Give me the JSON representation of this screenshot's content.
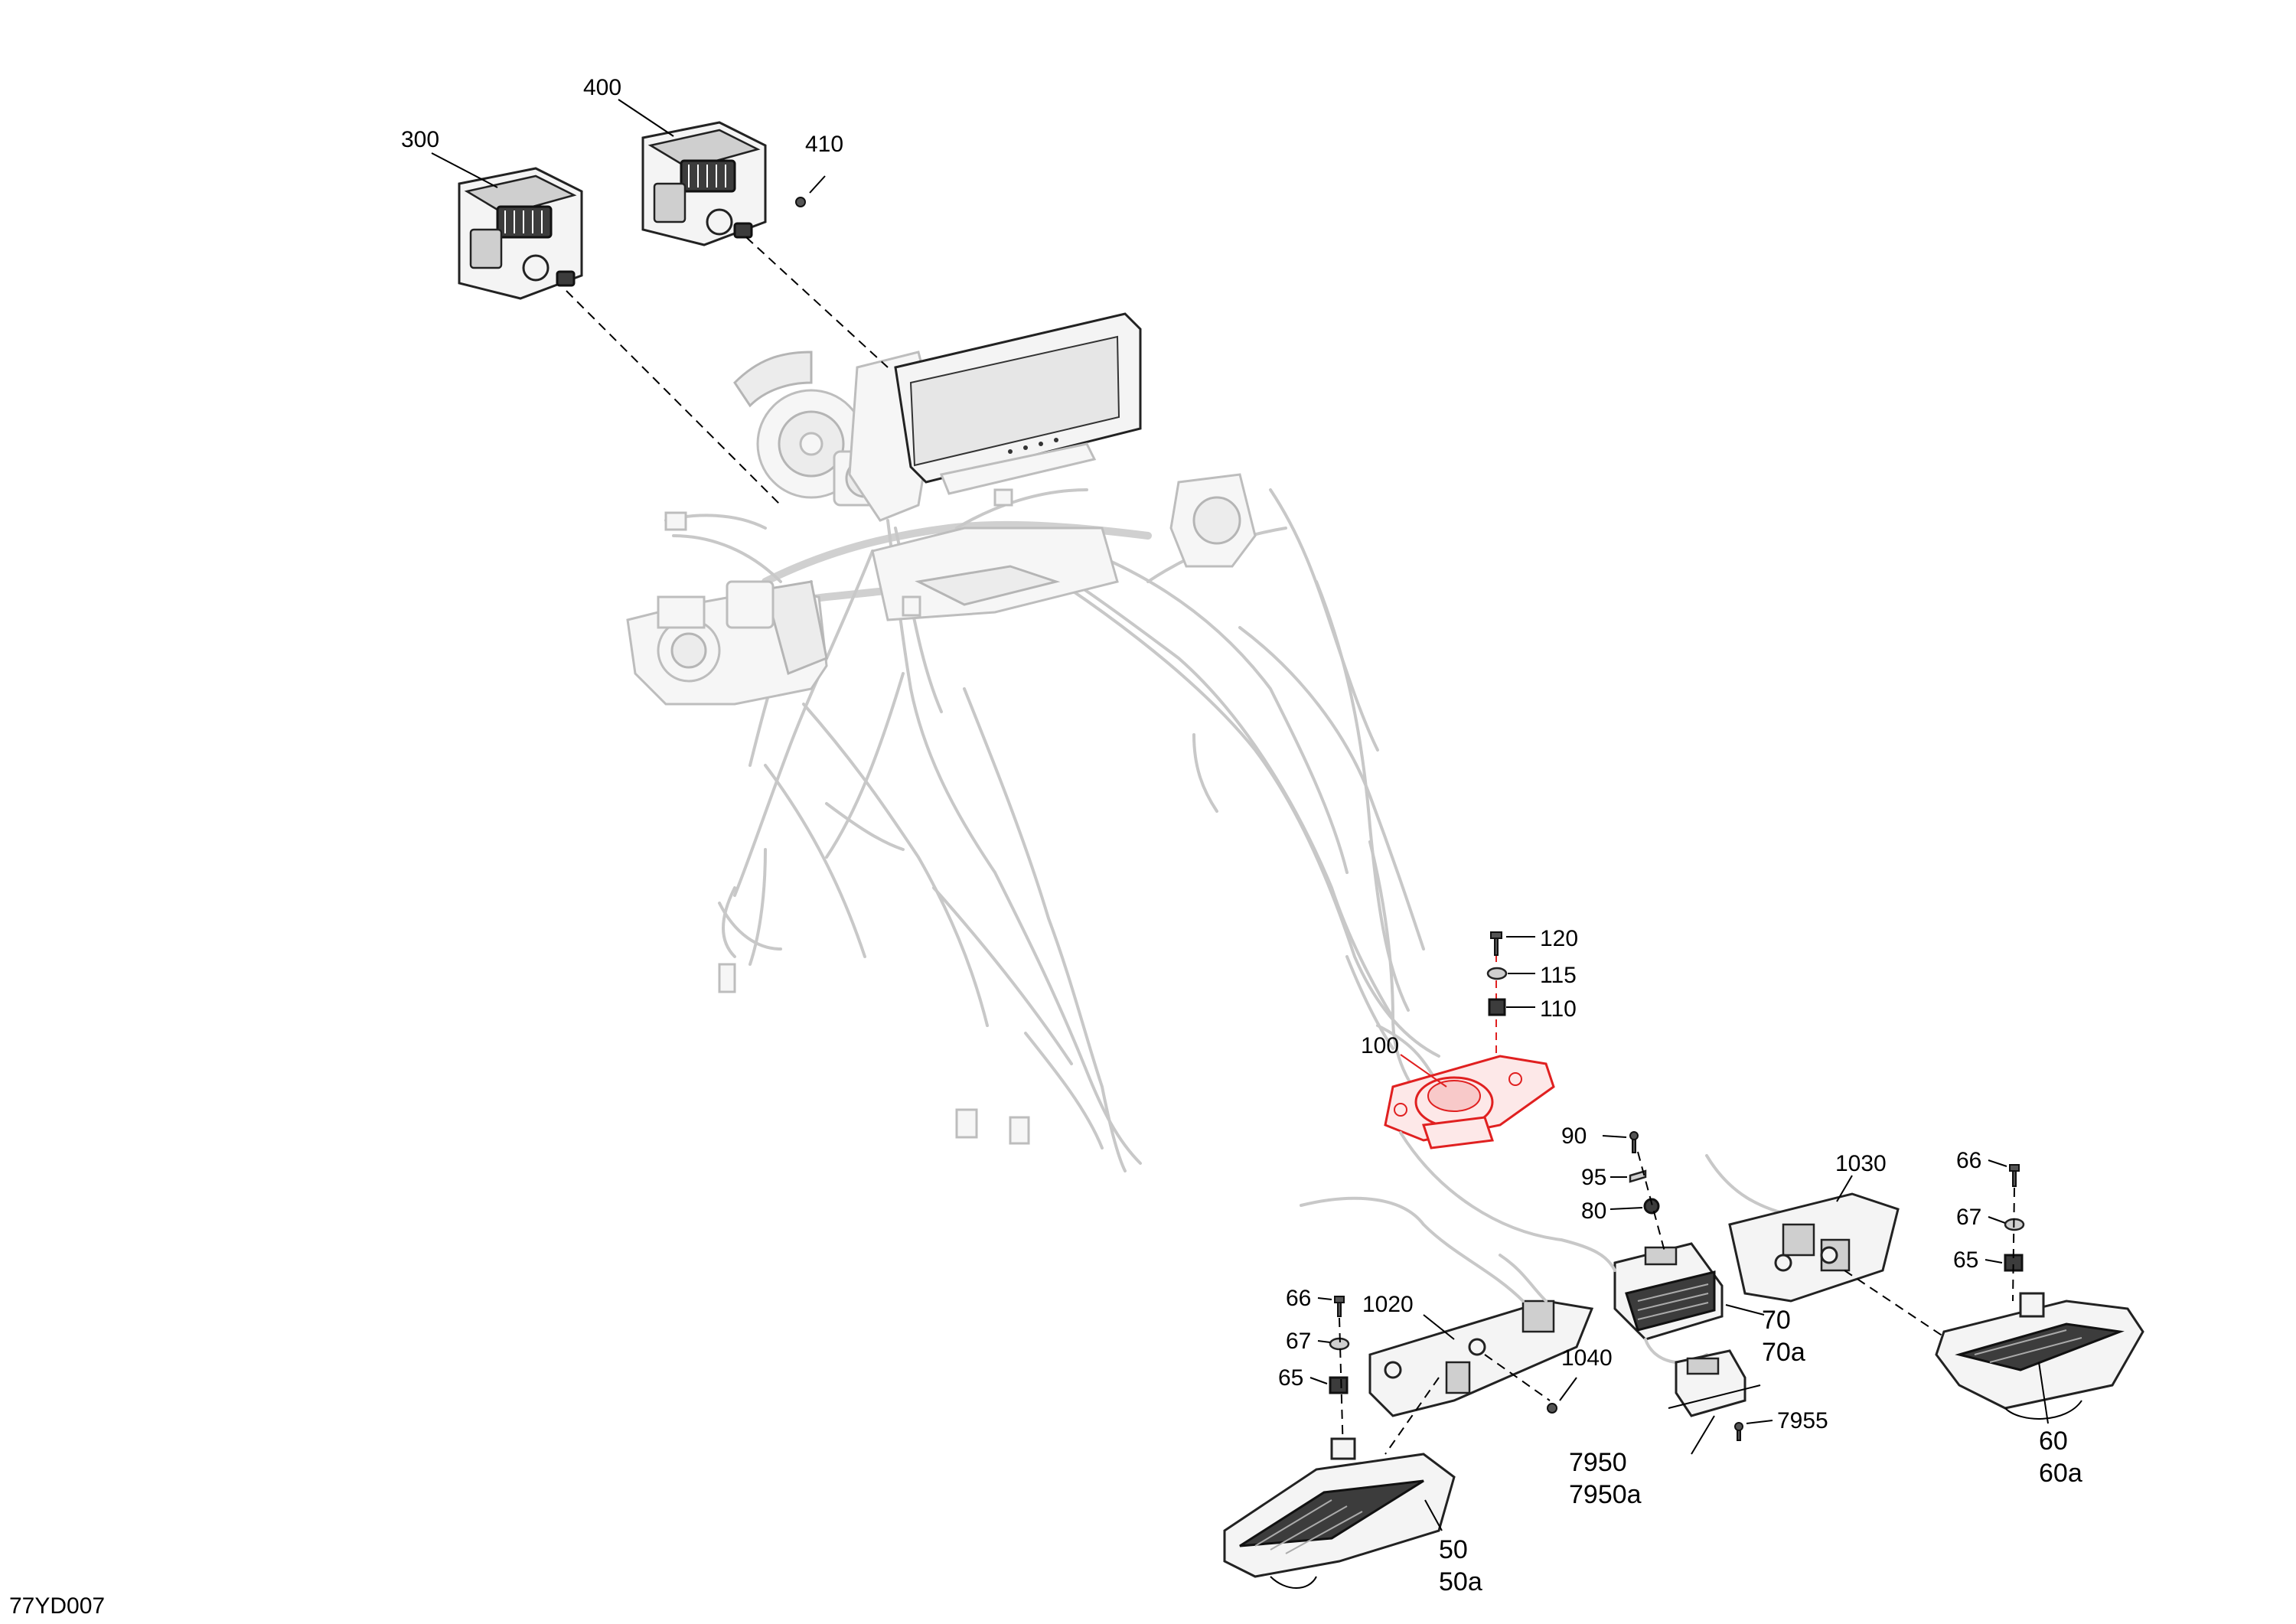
{
  "figure_code": "77YD007",
  "callouts": {
    "c300": "300",
    "c400": "400",
    "c410": "410",
    "c120": "120",
    "c115": "115",
    "c110": "110",
    "c100": "100",
    "c90": "90",
    "c95": "95",
    "c80": "80",
    "c1030": "1030",
    "c66_right": "66",
    "c67_right": "67",
    "c65_right": "65",
    "c1020": "1020",
    "c66_left": "66",
    "c67_left": "67",
    "c65_left": "65",
    "c70": "70",
    "c70a": "70a",
    "c1040": "1040",
    "c7955": "7955",
    "c7950": "7950",
    "c7950a": "7950a",
    "c60": "60",
    "c60a": "60a",
    "c50": "50",
    "c50a": "50a"
  },
  "colors": {
    "highlight": "#e02020",
    "ink": "#000000",
    "ghost_harness": "#c8c8c8"
  },
  "highlighted_part": "100"
}
